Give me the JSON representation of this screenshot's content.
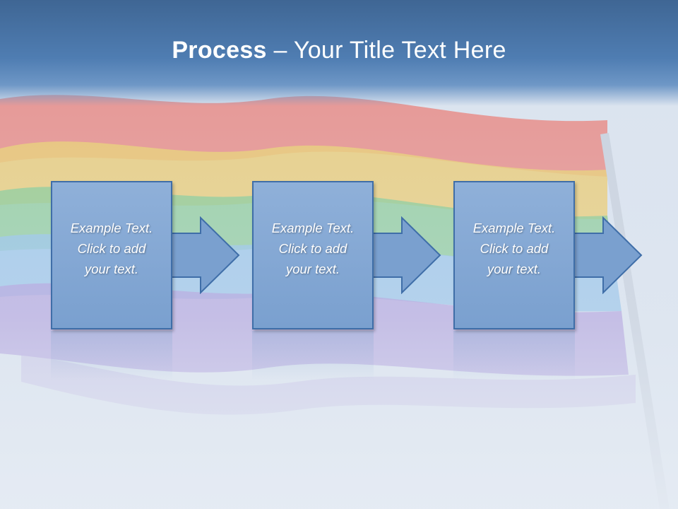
{
  "title": {
    "bold": "Process",
    "rest": " – Your Title Text Here"
  },
  "steps": [
    {
      "line1": "Example Text.",
      "line2": "Click  to add",
      "line3": "your text."
    },
    {
      "line1": "Example Text.",
      "line2": "Click  to add",
      "line3": "your text."
    },
    {
      "line1": "Example Text.",
      "line2": "Click  to add",
      "line3": "your text."
    }
  ],
  "colors": {
    "header": "#4f7db2",
    "box_fill": "#7aa0cf",
    "box_border": "#3f6ea8",
    "text": "#ffffff"
  },
  "icons": [
    "right-arrow-icon",
    "rainbow-flag-image"
  ]
}
